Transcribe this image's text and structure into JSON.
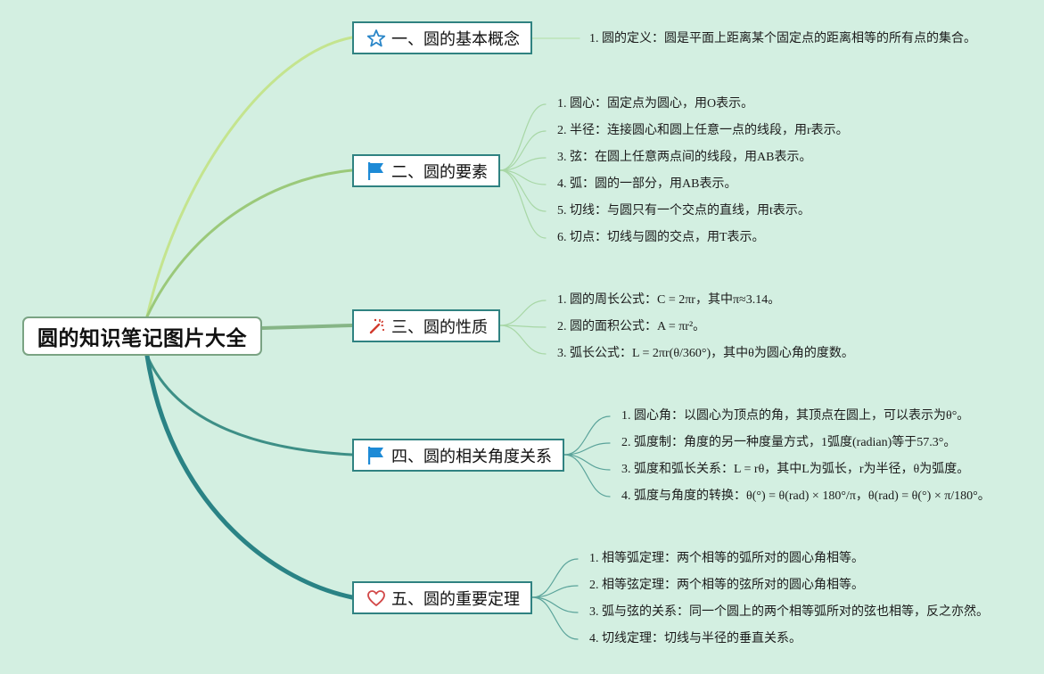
{
  "root": {
    "title": "圆的知识笔记图片大全"
  },
  "topics": [
    {
      "label": "一、圆的基本概念",
      "icon": "star-icon",
      "items": [
        "1. 圆的定义：圆是平面上距离某个固定点的距离相等的所有点的集合。"
      ]
    },
    {
      "label": "二、圆的要素",
      "icon": "flag-icon",
      "items": [
        "1. 圆心：固定点为圆心，用O表示。",
        "2. 半径：连接圆心和圆上任意一点的线段，用r表示。",
        "3. 弦：在圆上任意两点间的线段，用AB表示。",
        "4. 弧：圆的一部分，用AB表示。",
        "5. 切线：与圆只有一个交点的直线，用t表示。",
        "6. 切点：切线与圆的交点，用T表示。"
      ]
    },
    {
      "label": "三、圆的性质",
      "icon": "magic-wand-icon",
      "items": [
        "1. 圆的周长公式：C = 2πr，其中π≈3.14。",
        "2. 圆的面积公式：A = πr²。",
        "3. 弧长公式：L = 2πr(θ/360°)，其中θ为圆心角的度数。"
      ]
    },
    {
      "label": "四、圆的相关角度关系",
      "icon": "flag-icon",
      "items": [
        "1. 圆心角：以圆心为顶点的角，其顶点在圆上，可以表示为θ°。",
        "2. 弧度制：角度的另一种度量方式，1弧度(radian)等于57.3°。",
        "3. 弧度和弧长关系：L = rθ，其中L为弧长，r为半径，θ为弧度。",
        "4. 弧度与角度的转换：θ(°) = θ(rad) × 180°/π，θ(rad) = θ(°) × π/180°。"
      ]
    },
    {
      "label": "五、圆的重要定理",
      "icon": "heart-icon",
      "items": [
        "1. 相等弧定理：两个相等的弧所对的圆心角相等。",
        "2. 相等弦定理：两个相等的弦所对的圆心角相等。",
        "3. 弧与弦的关系：同一个圆上的两个相等弧所对的弦也相等，反之亦然。",
        "4. 切线定理：切线与半径的垂直关系。"
      ]
    }
  ],
  "colors": {
    "background": "#d3efe1",
    "topic_border": "#2f8281",
    "root_border": "#7aa383",
    "branch_colors": [
      "#c4e48e",
      "#9bc97a",
      "#86b586",
      "#3d8f86",
      "#2a8385"
    ],
    "star_icon": "#2a86c8",
    "flag_icon": "#1d8ad6",
    "wand_icon": "#d23a2d",
    "heart_icon": "#d24848"
  }
}
